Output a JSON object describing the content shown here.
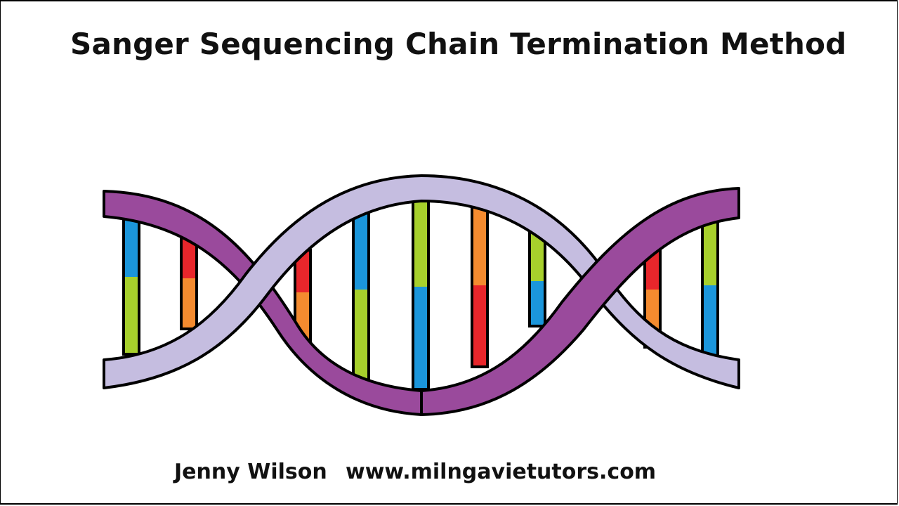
{
  "title": "Sanger Sequencing Chain Termination Method",
  "footer": {
    "author": "Jenny Wilson",
    "website": "www.milngavietutors.com"
  },
  "colors": {
    "strand_dark": "#9a4a9c",
    "strand_light": "#c5bde0",
    "outline": "#000000",
    "base_blue": "#1b96db",
    "base_green": "#a7d02c",
    "base_red": "#e8262b",
    "base_orange": "#f48b2f"
  },
  "base_pairs": [
    [
      "base_blue",
      "base_green"
    ],
    [
      "base_red",
      "base_orange"
    ],
    [
      "base_red",
      "base_orange"
    ],
    [
      "base_blue",
      "base_green"
    ],
    [
      "base_green",
      "base_blue"
    ],
    [
      "base_orange",
      "base_red"
    ],
    [
      "base_green",
      "base_blue"
    ],
    [
      "base_red",
      "base_orange"
    ],
    [
      "base_green",
      "base_blue"
    ]
  ]
}
